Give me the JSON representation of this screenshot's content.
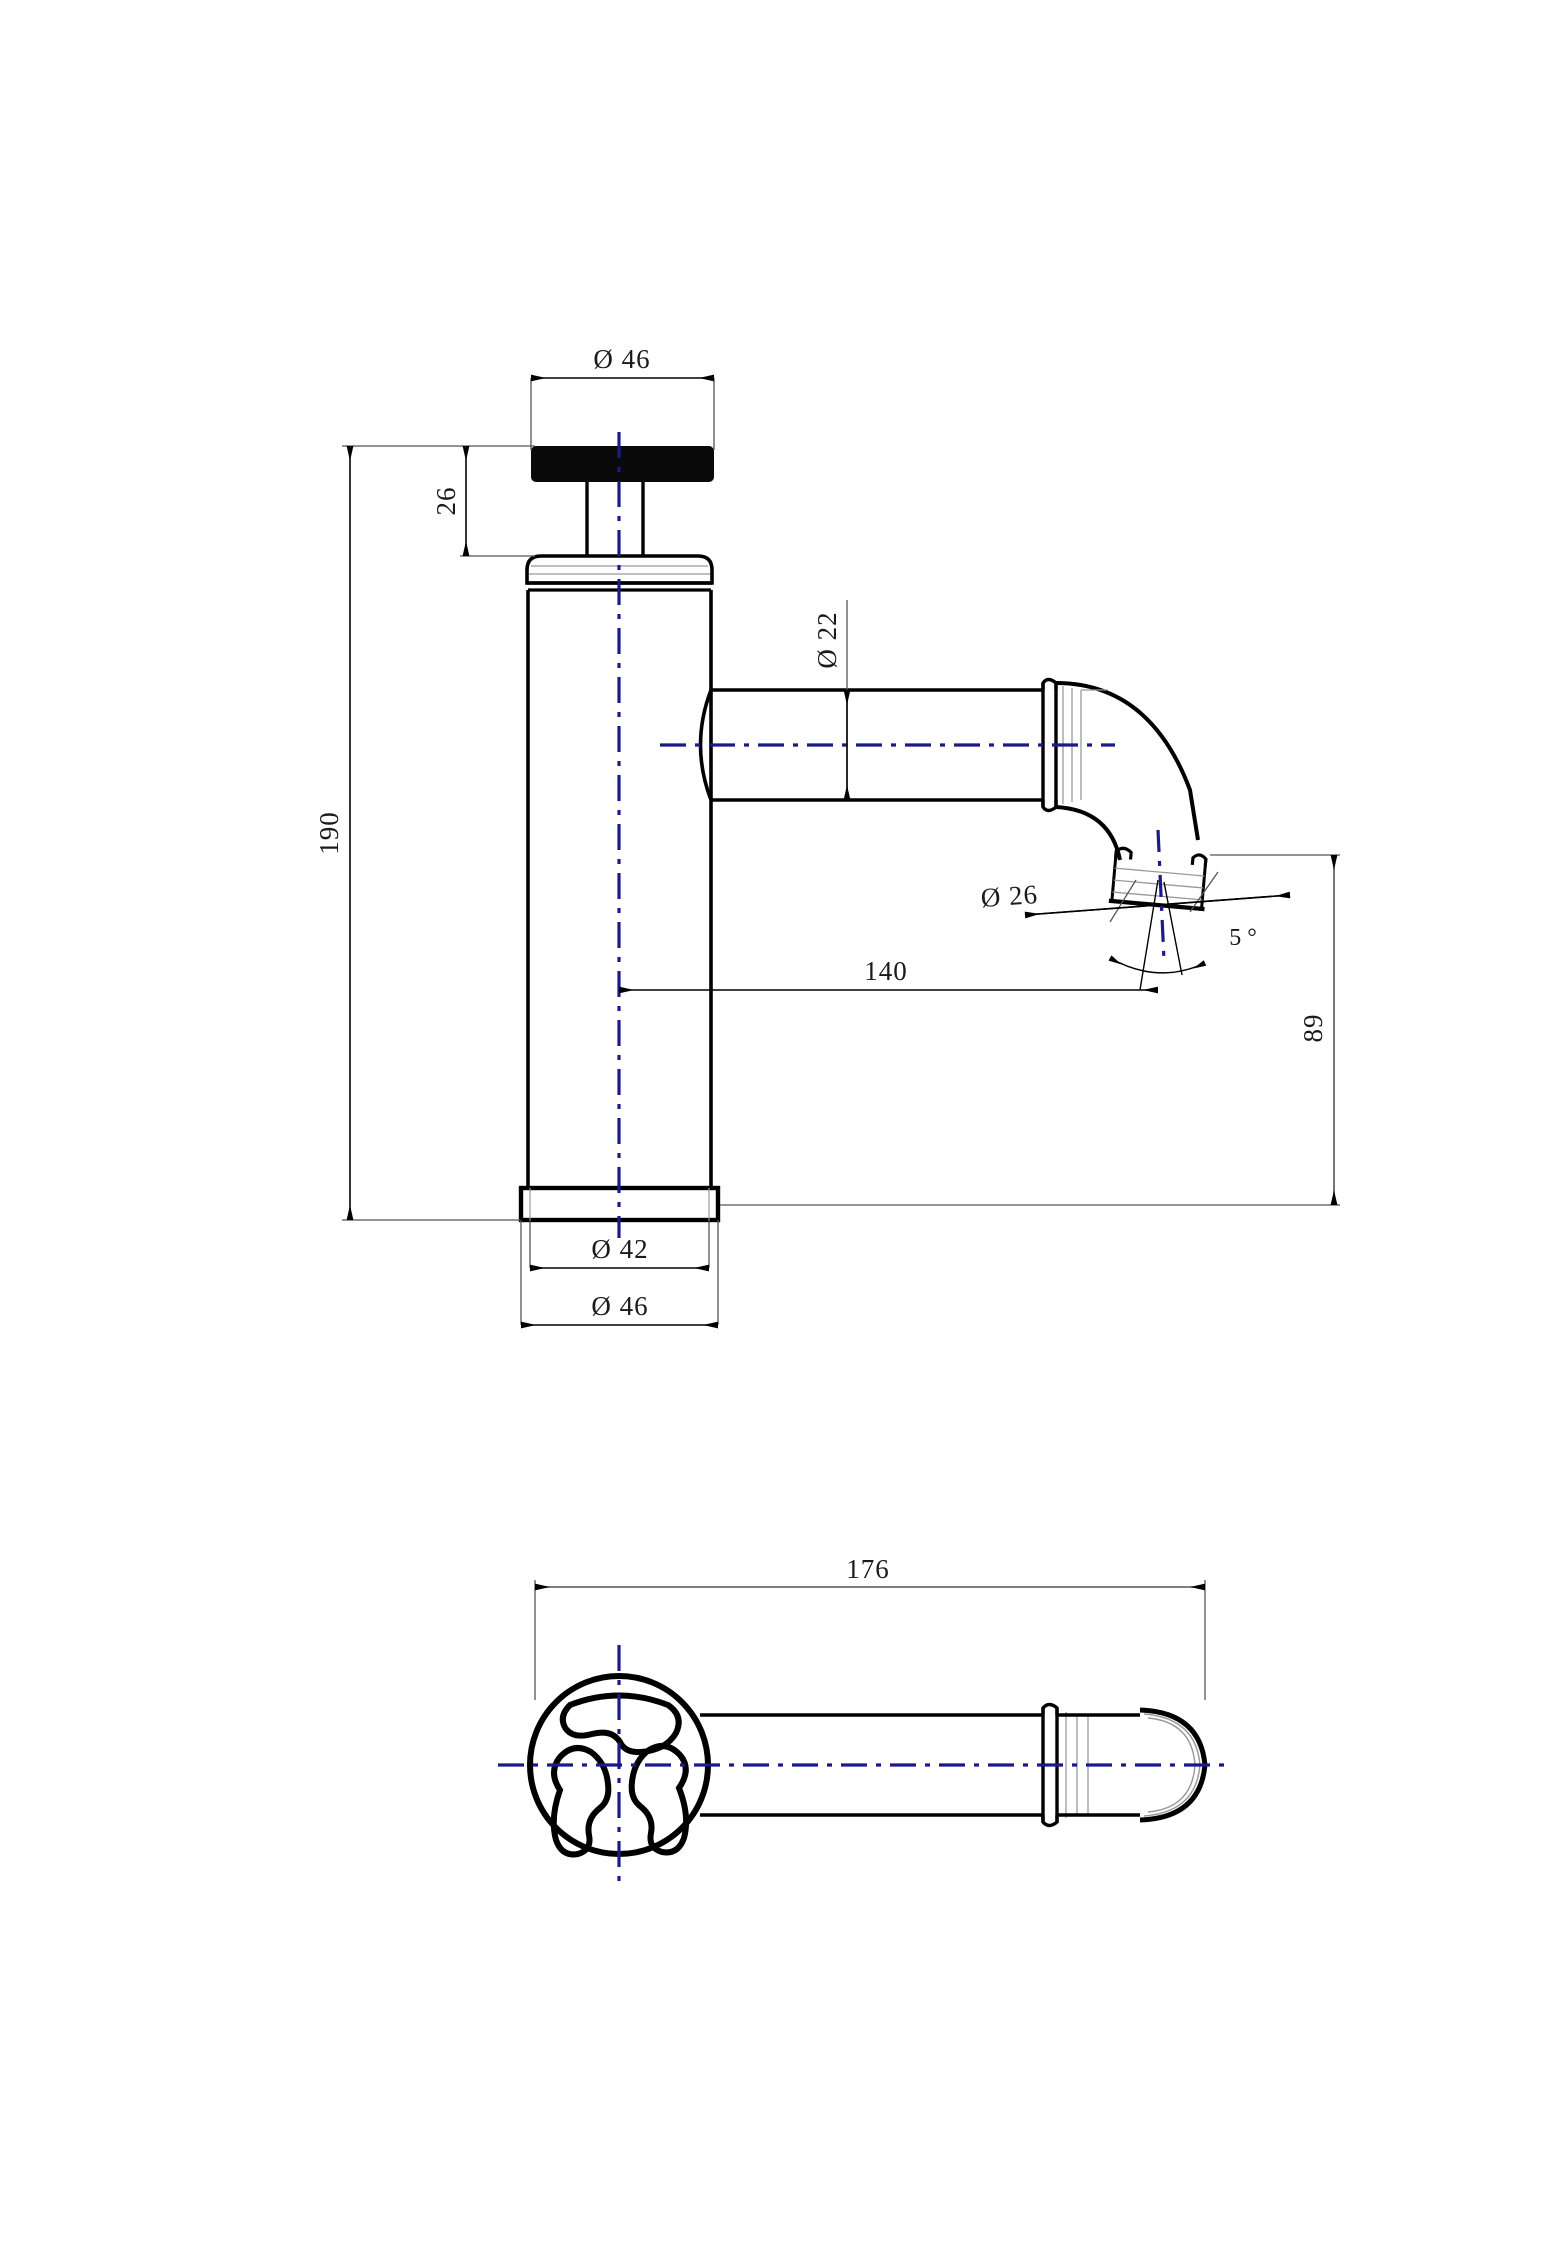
{
  "drawing": {
    "title": "Faucet technical drawing",
    "sheet_background": "#ffffff",
    "line_color": "#000000",
    "thin_line_color": "#555555",
    "centerline_color": "#1a1a8c",
    "views": [
      {
        "name": "front-elevation",
        "label": ""
      },
      {
        "name": "top-plan",
        "label": ""
      }
    ]
  },
  "dimensions": {
    "handle_diameter_top": "Ø 46",
    "handle_height": "26",
    "overall_height": "190",
    "spout_diameter": "Ø 22",
    "outlet_diameter": "Ø 26",
    "outlet_angle": "5 °",
    "spout_reach": "140",
    "spout_height": "89",
    "base_diameter_inner": "Ø 42",
    "base_diameter_outer": "Ø 46",
    "plan_overall_length": "176"
  }
}
